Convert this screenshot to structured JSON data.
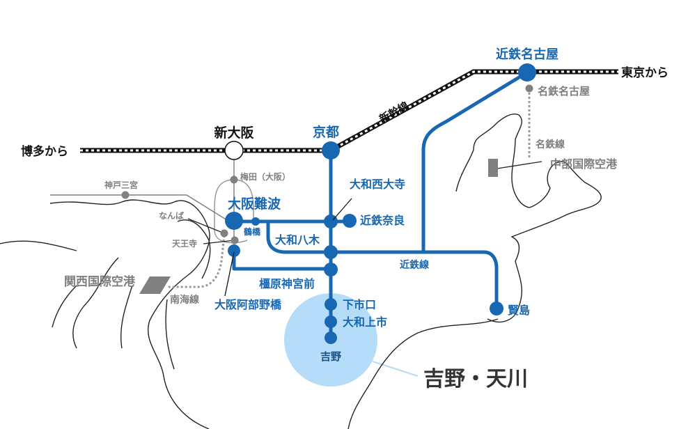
{
  "colors": {
    "kintetsu": "#1767b3",
    "area": "#b5dcf8",
    "other": "#808080",
    "shinkansen": "#111111"
  },
  "shinkansen": {
    "label": "新幹線",
    "west": "博多から",
    "east": "東京から"
  },
  "stations": {
    "shin_osaka": "新大阪",
    "kyoto": "京都",
    "kintetsu_nagoya": "近鉄名古屋",
    "osaka_namba": "大阪難波",
    "tsuruhashi": "鶴橋",
    "yamato_saidaiji": "大和西大寺",
    "kintetsu_nara": "近鉄奈良",
    "yamato_yagi": "大和八木",
    "kashiharajingu_mae": "橿原神宮前",
    "osaka_abenobashi": "大阪阿部野橋",
    "shimoichiguchi": "下市口",
    "yamato_kamiichi": "大和上市",
    "yoshino": "吉野",
    "kashikojima": "賢島"
  },
  "other": {
    "umeda": "梅田（大阪）",
    "kobe_sannomiya": "神戸三宮",
    "namba": "なんば",
    "tennoji": "天王寺",
    "kansai_airport": "関西国際空港",
    "nankai_line": "南海線",
    "meitetsu_nagoya": "名鉄名古屋",
    "meitetsu_line": "名鉄線",
    "chubu_airport": "中部国際空港",
    "kintetsu_line": "近鉄線"
  },
  "highlight": "吉野・天川"
}
